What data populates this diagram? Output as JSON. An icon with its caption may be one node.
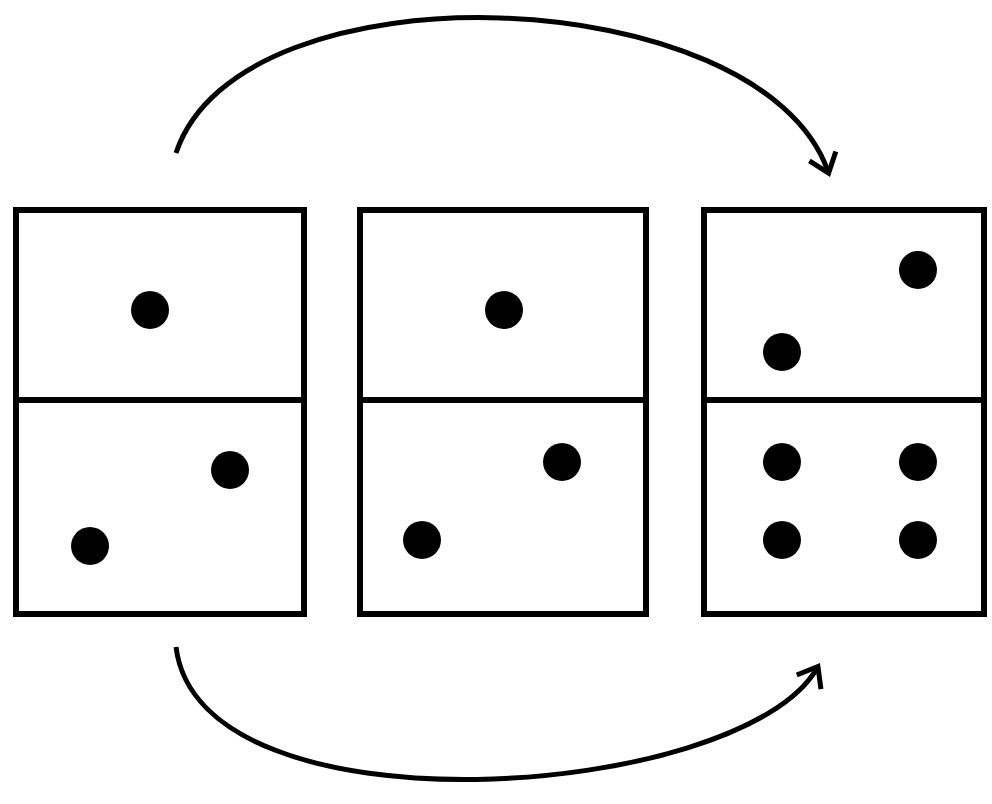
{
  "diagram": {
    "nodes": [
      {
        "text": [],
        "shape": "box"
      },
      {
        "text": [],
        "shape": "box",
        "in": 0
      },
      {
        "text": [],
        "shape": "box",
        "in": 0
      },
      {
        "text": [],
        "shape": "box"
      },
      {
        "text": [],
        "shape": "box",
        "in": 3
      },
      {
        "text": [],
        "shape": "box",
        "in": 3
      },
      {
        "text": [],
        "shape": "box"
      },
      {
        "text": [],
        "shape": "box",
        "in": 6
      },
      {
        "text": [],
        "shape": "box",
        "in": 6
      }
    ],
    "edges": [
      {
        "from": 1,
        "to": 7,
        "arrow": "to"
      },
      {
        "from": 2,
        "to": 8,
        "arrow": "to"
      }
    ]
  }
}
